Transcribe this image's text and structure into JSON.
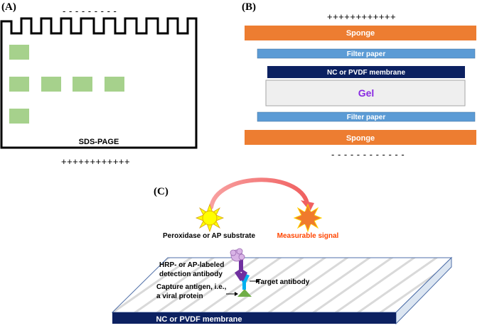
{
  "panel_a": {
    "label": "(A)",
    "top_sign": "- - - - - - - - -",
    "bottom_sign": "++++++++++++",
    "gel_label": "SDS-PAGE",
    "band_color": "#a6d18c"
  },
  "panel_b": {
    "label": "(B)",
    "top_sign": "++++++++++++",
    "bottom_sign": "- - - - - - - - - - - -",
    "layers": {
      "sponge_top": "Sponge",
      "filter_top": "Filter paper",
      "membrane": "NC or PVDF membrane",
      "gel": "Gel",
      "filter_bottom": "Filter paper",
      "sponge_bottom": "Sponge"
    },
    "colors": {
      "sponge": "#ed7d31",
      "filter": "#5b9bd5",
      "membrane": "#0c2161",
      "gel_fill": "#efefef",
      "gel_text": "#8a2be2"
    }
  },
  "panel_c": {
    "label": "(C)",
    "substrate_label": "Peroxidase or AP substrate",
    "signal_label": "Measurable signal",
    "detection_label_line1": "HRP- or AP-labeled",
    "detection_label_line2": "detection antibody",
    "target_label": "Target antibody",
    "capture_label_line1": "Capture antigen, i.e.,",
    "capture_label_line2": "a viral protein",
    "membrane_label": "NC or PVDF membrane",
    "colors": {
      "substrate": "#ffff00",
      "signal": "#f07a2c",
      "signal_text": "#ff4500",
      "arrow": "#f08080",
      "detection_antibody": "#7030a0",
      "target_antibody": "#00b0f0",
      "antigen": "#70ad47",
      "enzyme": "#d9b3e6"
    }
  }
}
